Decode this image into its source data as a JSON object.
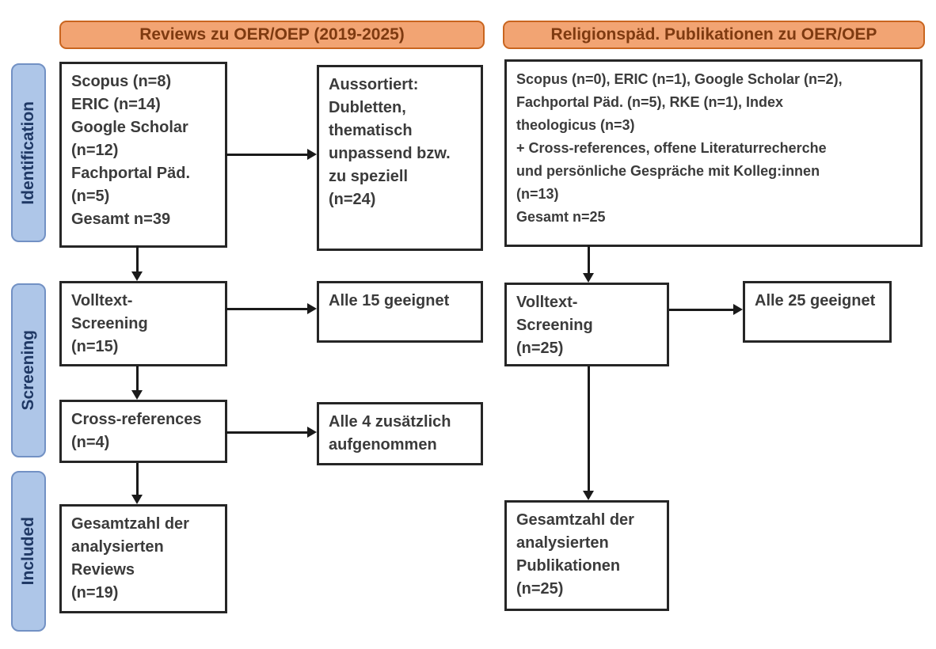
{
  "diagram": {
    "headers": {
      "left": "Reviews zu OER/OEP (2019-2025)",
      "right": "Religionspäd. Publikationen zu OER/OEP"
    },
    "stages": {
      "identification": "Identification",
      "screening": "Screening",
      "included": "Included"
    },
    "boxes": {
      "left_sources": "Scopus (n=8)\nERIC (n=14)\nGoogle Scholar\n(n=12)\nFachportal Päd.\n(n=5)\nGesamt n=39",
      "left_excluded": "Aussortiert:\nDubletten,\nthematisch\nunpassend bzw.\nzu speziell\n(n=24)",
      "right_sources": "Scopus (n=0), ERIC (n=1), Google Scholar (n=2),\nFachportal Päd. (n=5), RKE (n=1), Index\ntheologicus (n=3)\n+ Cross-references, offene Literaturrecherche\nund persönliche Gespräche mit Kolleg:innen\n(n=13)\nGesamt n=25",
      "left_fulltext": "Volltext-\nScreening\n(n=15)",
      "left_fulltext_result": "Alle 15 geeignet",
      "right_fulltext": "Volltext-\nScreening\n(n=25)",
      "right_fulltext_result": "Alle 25 geeignet",
      "left_crossref": "Cross-references\n(n=4)",
      "left_crossref_result": "Alle 4 zusätzlich\naufgenommen",
      "left_total": "Gesamtzahl der\nanalysierten\nReviews\n(n=19)",
      "right_total": "Gesamtzahl der\nanalysierten\nPublikationen\n(n=25)"
    },
    "colors": {
      "header_fill": "#F2A473",
      "header_border": "#C9651F",
      "header_text": "#7E3A10",
      "stage_fill": "#AEC6E8",
      "stage_border": "#7291C4",
      "stage_text": "#1F3864",
      "box_border": "#262626",
      "box_text": "#3B3B3B",
      "arrow": "#1A1A1A",
      "background": "#FFFFFF"
    }
  }
}
